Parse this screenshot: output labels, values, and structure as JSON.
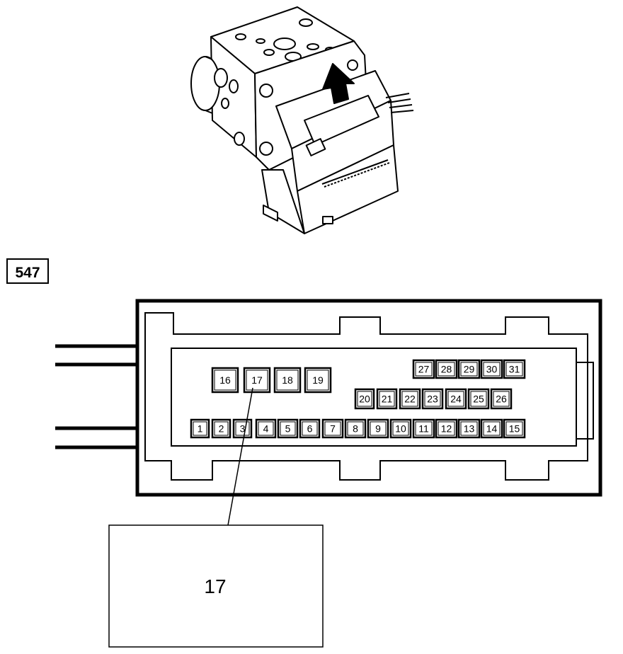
{
  "figure": {
    "reference_number": "547",
    "callout_label": "17"
  },
  "connector": {
    "pins": [
      {
        "label": "1"
      },
      {
        "label": "2"
      },
      {
        "label": "3"
      },
      {
        "label": "4"
      },
      {
        "label": "5"
      },
      {
        "label": "6"
      },
      {
        "label": "7"
      },
      {
        "label": "8"
      },
      {
        "label": "9"
      },
      {
        "label": "10"
      },
      {
        "label": "11"
      },
      {
        "label": "12"
      },
      {
        "label": "13"
      },
      {
        "label": "14"
      },
      {
        "label": "15"
      },
      {
        "label": "16"
      },
      {
        "label": "17"
      },
      {
        "label": "18"
      },
      {
        "label": "19"
      },
      {
        "label": "20"
      },
      {
        "label": "21"
      },
      {
        "label": "22"
      },
      {
        "label": "23"
      },
      {
        "label": "24"
      },
      {
        "label": "25"
      },
      {
        "label": "26"
      },
      {
        "label": "27"
      },
      {
        "label": "28"
      },
      {
        "label": "29"
      },
      {
        "label": "30"
      },
      {
        "label": "31"
      }
    ],
    "highlighted_pin": "17"
  }
}
